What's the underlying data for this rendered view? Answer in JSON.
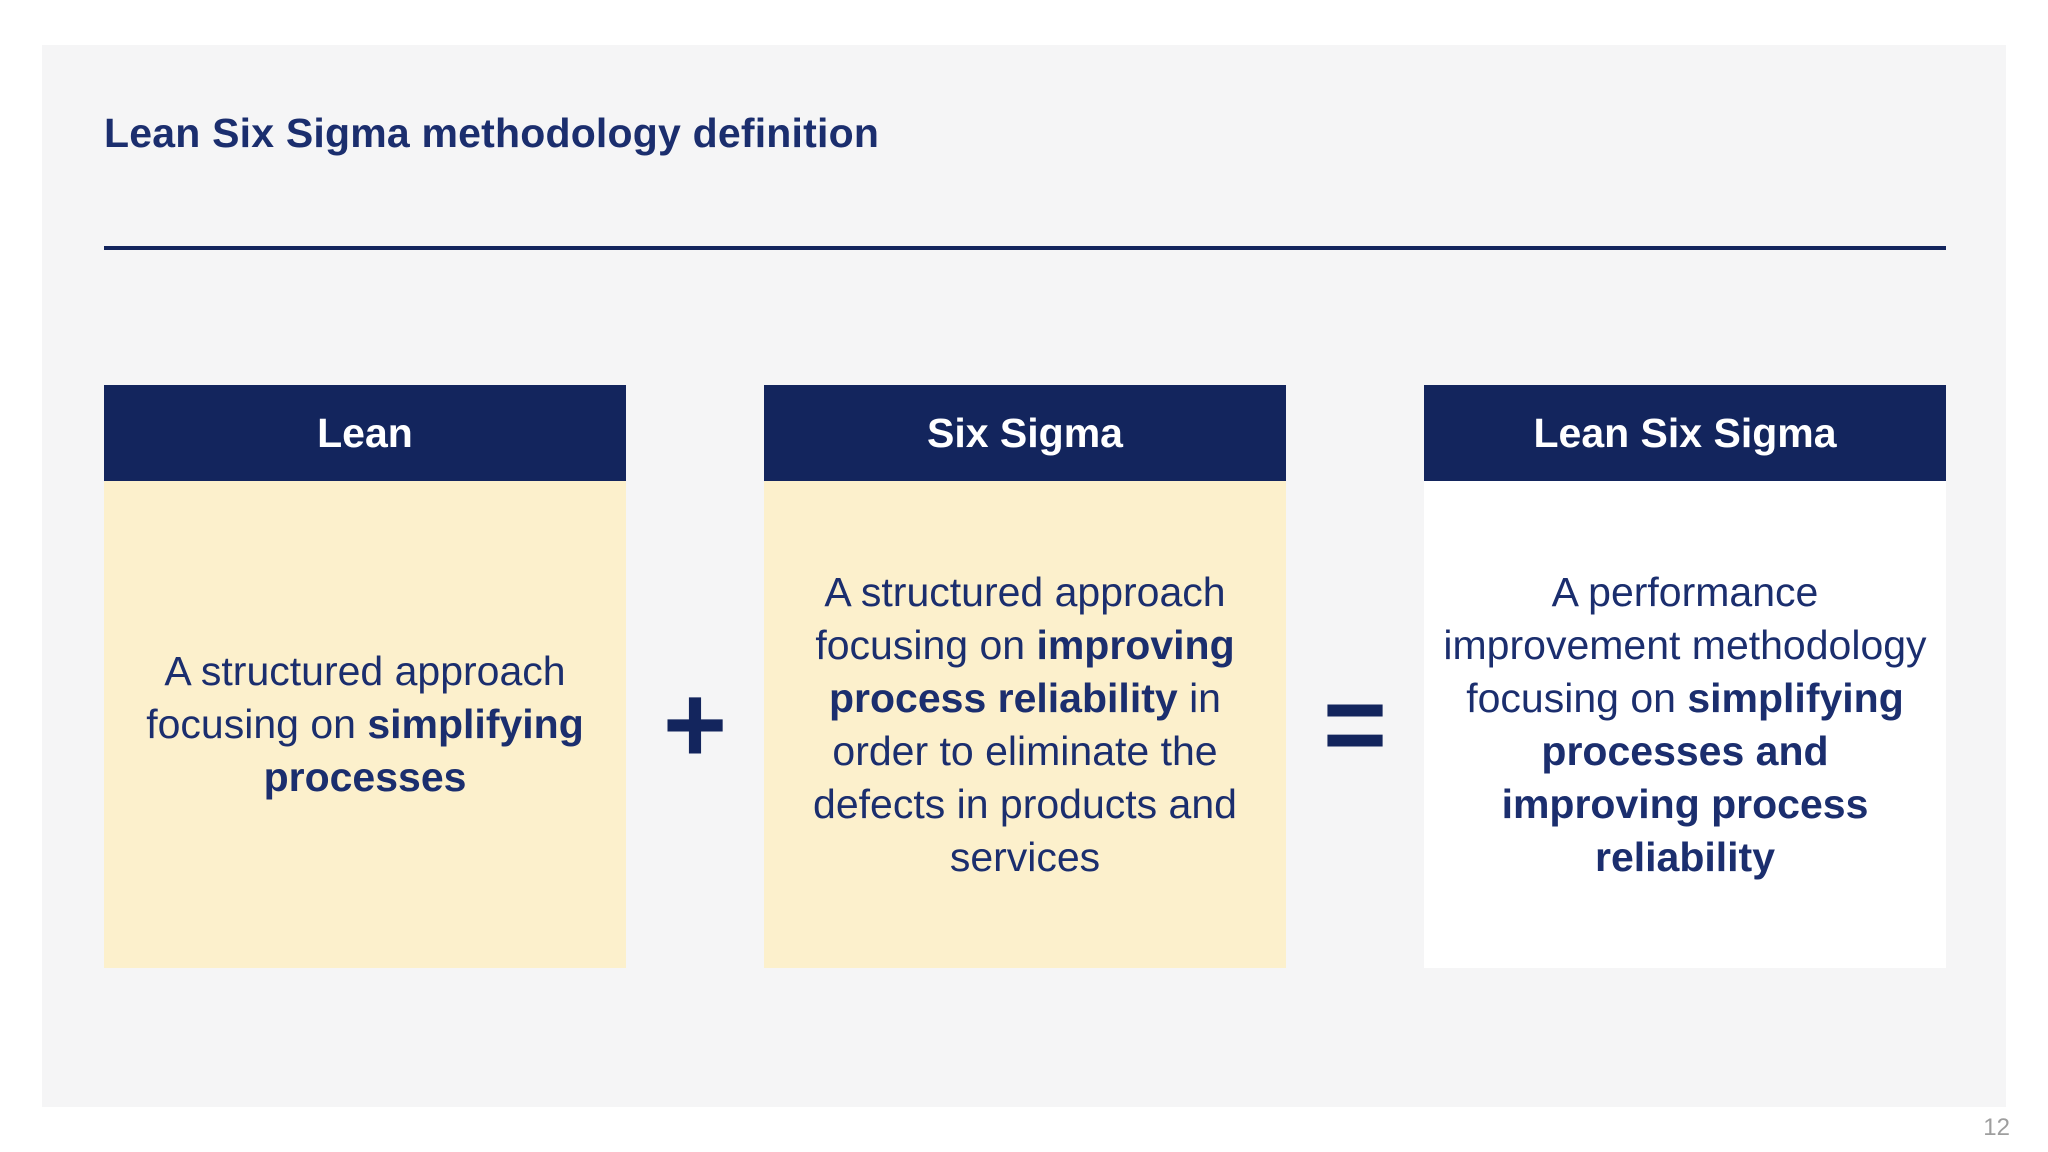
{
  "slide": {
    "title": "Lean Six Sigma methodology definition",
    "boxes": [
      {
        "header": "Lean",
        "body": [
          {
            "text": "A structured approach focusing on ",
            "bold": false
          },
          {
            "text": "simplifying processes",
            "bold": true
          }
        ]
      },
      {
        "header": "Six Sigma",
        "body": [
          {
            "text": "A structured approach focusing on ",
            "bold": false
          },
          {
            "text": "improving process reliability",
            "bold": true
          },
          {
            "text": " in order to eliminate the defects in products and services",
            "bold": false
          }
        ]
      },
      {
        "header": "Lean Six Sigma",
        "body": [
          {
            "text": "A performance improvement methodology focusing on ",
            "bold": false
          },
          {
            "text": "simplifying processes and improving process reliability",
            "bold": true
          }
        ]
      }
    ],
    "operators": {
      "plus": "+",
      "equals": "="
    },
    "colors": {
      "navy": "#13255d",
      "text_navy": "#1b2e6e",
      "cream": "#fcf0cc",
      "slide_background": "#f5f5f6",
      "page_background": "#ffffff",
      "page_number_gray": "#9e9e9e"
    }
  },
  "page": {
    "number": "12"
  }
}
